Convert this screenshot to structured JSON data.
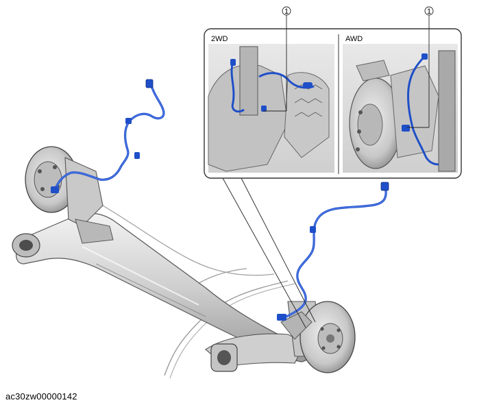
{
  "diagram": {
    "callouts": [
      "1",
      "1"
    ],
    "inset_labels": {
      "left": "2WD",
      "right": "AWD"
    },
    "caption": "ac30zw00000142",
    "colors": {
      "sensor_cable": "#1f4fc8",
      "part_metal": "#d9d9d9",
      "outline": "#4a4a4a"
    }
  }
}
